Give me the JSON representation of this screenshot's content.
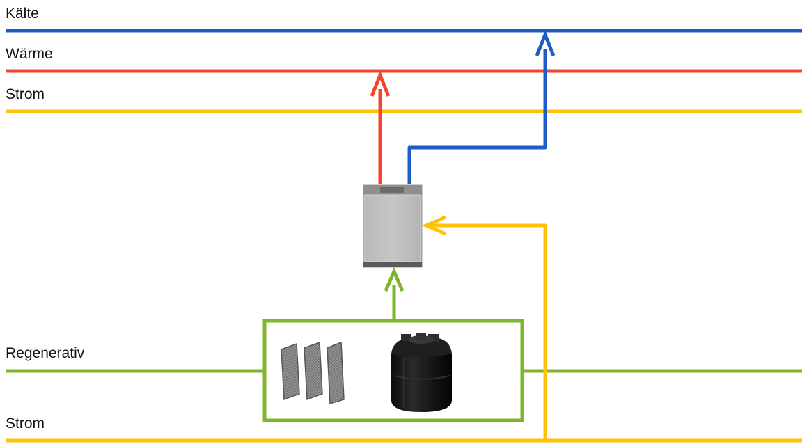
{
  "lines": {
    "kaelte": {
      "label": "Kälte",
      "color": "#1f5bc6"
    },
    "waerme": {
      "label": "Wärme",
      "color": "#f4442a"
    },
    "strom_top": {
      "label": "Strom",
      "color": "#ffc107"
    },
    "regenerativ": {
      "label": "Regenerativ",
      "color": "#7cb62e"
    },
    "strom_bottom": {
      "label": "Strom",
      "color": "#ffc107"
    }
  },
  "icons": {
    "heat_pump": "heat-pump-icon",
    "ice_tank": "ice-storage-tank-icon",
    "collectors": "solar-air-absorber-icon"
  }
}
